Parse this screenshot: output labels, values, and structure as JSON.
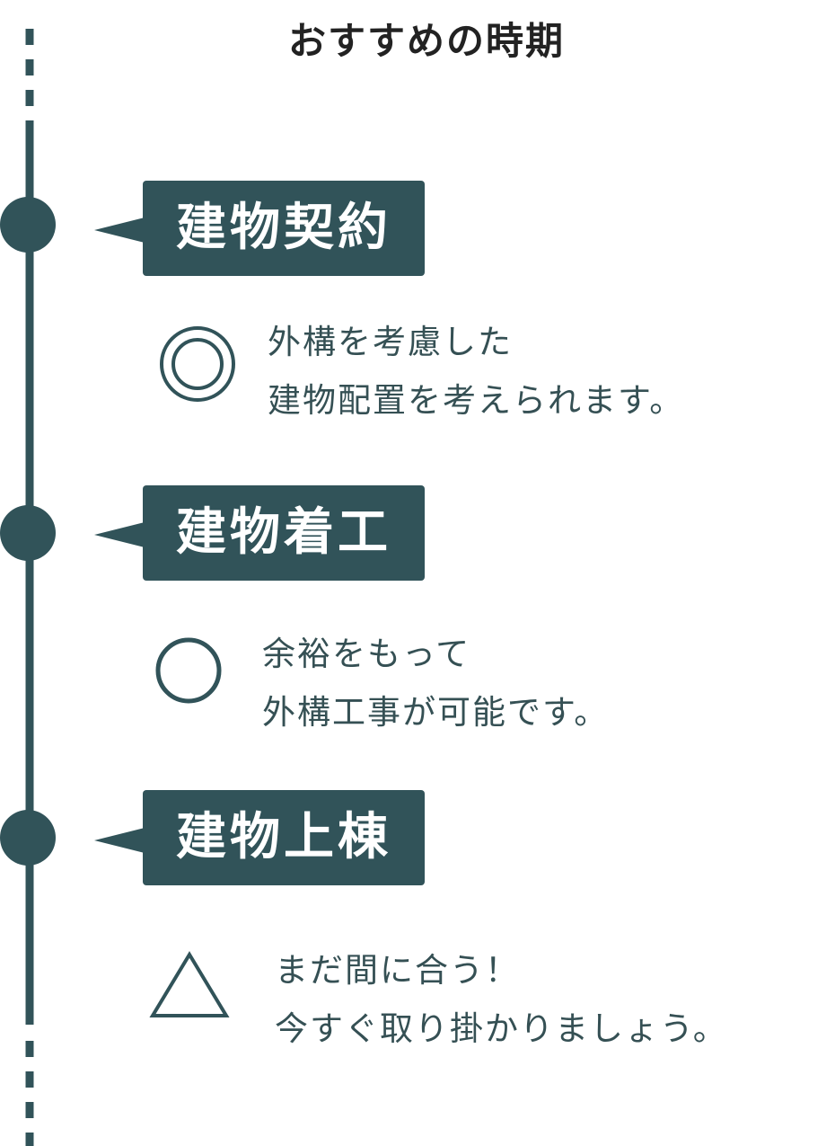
{
  "title": "おすすめの時期",
  "colors": {
    "accent": "#315359",
    "text": "#355054",
    "title": "#222222"
  },
  "stages": [
    {
      "label": "建物契約",
      "mark": "double-circle-icon",
      "lines": [
        "外構を考慮した",
        "建物配置を考えられます。"
      ]
    },
    {
      "label": "建物着工",
      "mark": "circle-icon",
      "lines": [
        "余裕をもって",
        "外構工事が可能です。"
      ]
    },
    {
      "label": "建物上棟",
      "mark": "triangle-icon",
      "lines": [
        "まだ間に合う！",
        "今すぐ取り掛かりましょう。"
      ]
    }
  ]
}
